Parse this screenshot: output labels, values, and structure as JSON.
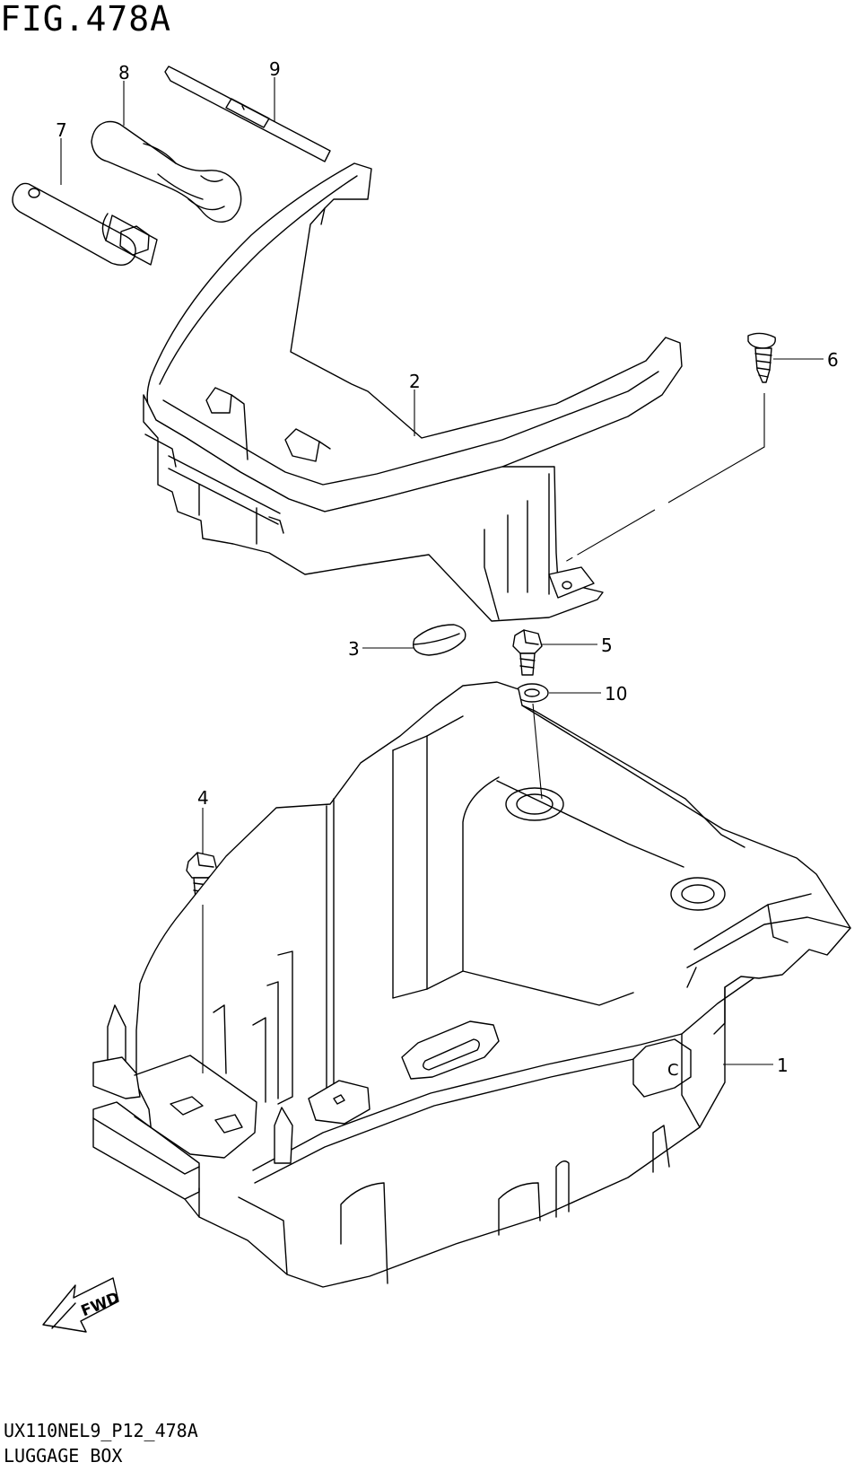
{
  "figure": {
    "title": "FIG.478A",
    "code": "UX110NEL9_P12_478A",
    "name": "LUGGAGE BOX"
  },
  "callouts": [
    {
      "id": "1",
      "label": "1"
    },
    {
      "id": "2",
      "label": "2"
    },
    {
      "id": "3",
      "label": "3"
    },
    {
      "id": "4",
      "label": "4"
    },
    {
      "id": "5",
      "label": "5"
    },
    {
      "id": "6",
      "label": "6"
    },
    {
      "id": "7",
      "label": "7"
    },
    {
      "id": "8",
      "label": "8"
    },
    {
      "id": "9",
      "label": "9"
    },
    {
      "id": "10",
      "label": "10"
    }
  ],
  "fwd_arrow": {
    "label": "FWD",
    "icon": "fwd-arrow-icon"
  },
  "part_mark": "C"
}
